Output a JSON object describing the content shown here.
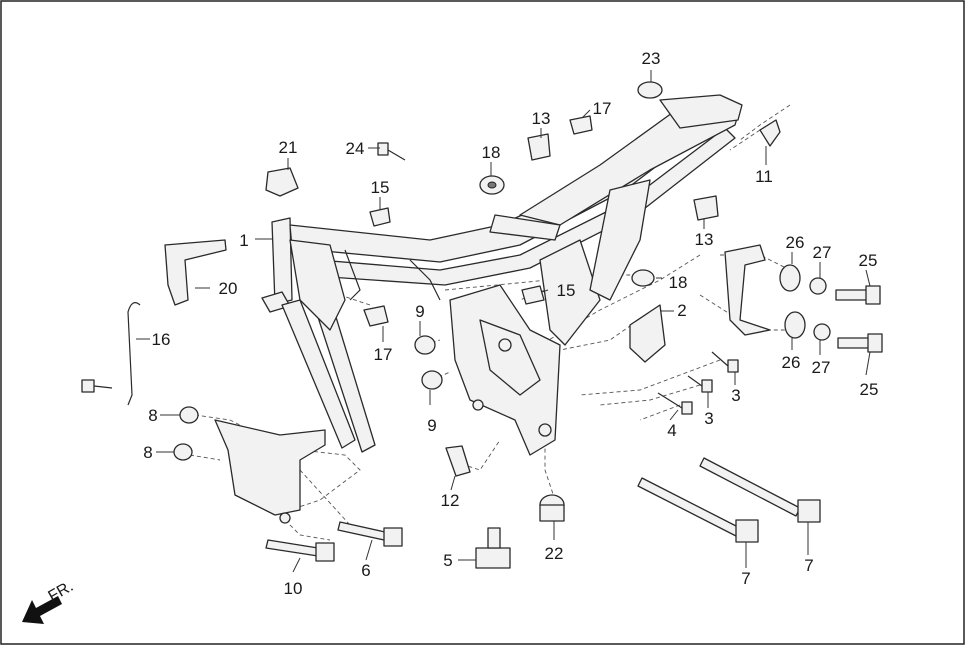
{
  "direction": {
    "label": "FR."
  },
  "callouts": [
    "1",
    "2",
    "3",
    "3",
    "4",
    "5",
    "6",
    "7",
    "7",
    "8",
    "8",
    "9",
    "9",
    "10",
    "11",
    "12",
    "13",
    "13",
    "15",
    "15",
    "16",
    "17",
    "17",
    "18",
    "18",
    "20",
    "21",
    "22",
    "23",
    "24",
    "25",
    "25",
    "26",
    "26",
    "27",
    "27"
  ]
}
